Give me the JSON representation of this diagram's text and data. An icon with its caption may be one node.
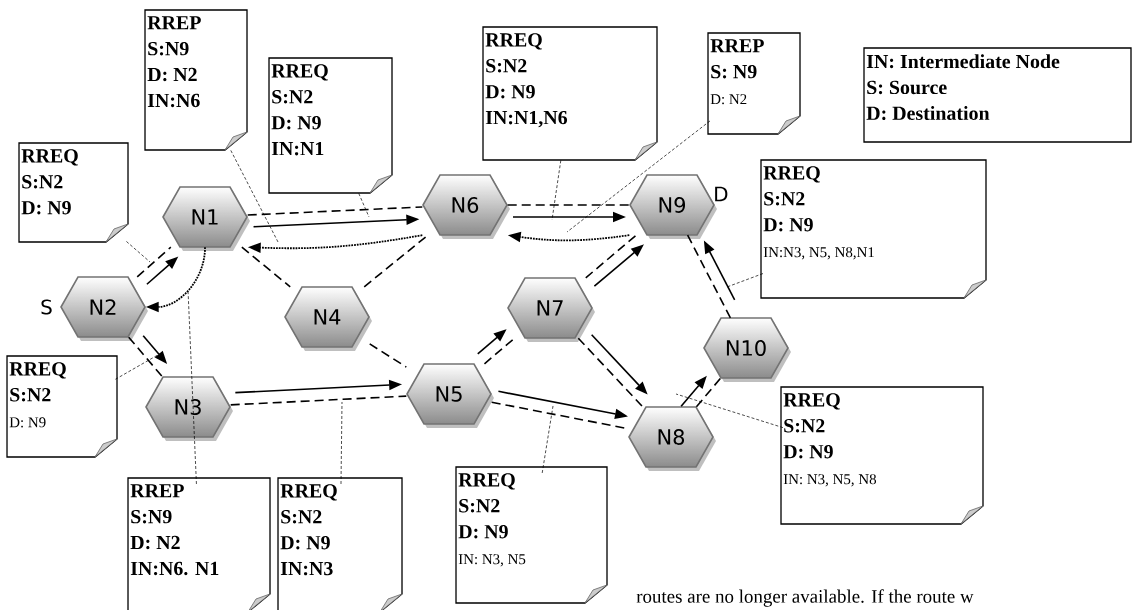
{
  "diagram": {
    "nodes": [
      {
        "text": [
          "N1"
        ]
      },
      {
        "text": [
          "N2"
        ],
        "beside": [
          "S"
        ]
      },
      {
        "text": [
          "N3"
        ]
      },
      {
        "text": [
          "N4"
        ]
      },
      {
        "text": [
          "N5"
        ]
      },
      {
        "text": [
          "N6"
        ]
      },
      {
        "text": [
          "N7"
        ]
      },
      {
        "text": [
          "N8"
        ]
      },
      {
        "text": [
          "N9"
        ],
        "beside": [
          "D"
        ]
      },
      {
        "text": [
          "N10"
        ]
      },
      {
        "text": [
          "RREQ",
          "S:N2",
          "D: N9"
        ]
      },
      {
        "text": [
          "RREP",
          "S:N9",
          "D: N2",
          "IN:N6"
        ]
      },
      {
        "text": [
          "RREQ",
          "S:N2",
          "D: N9",
          "IN:N1"
        ]
      },
      {
        "text": [
          "RREQ",
          "S:N2",
          "D: N9",
          "IN:N1,N6"
        ]
      },
      {
        "text": [
          "RREP",
          "S: N9",
          "D: N2"
        ]
      },
      {
        "text": [
          "IN: Intermediate Node",
          "S: Source",
          "D: Destination"
        ]
      },
      {
        "text": [
          "RREQ",
          "S:N2",
          "D: N9",
          "IN:N3, N5, N8,N1"
        ]
      },
      {
        "text": [
          "RREQ",
          "S:N2",
          "D: N9"
        ]
      },
      {
        "text": [
          "RREP",
          "S:N9",
          "D: N2",
          "IN:N6. N1"
        ]
      },
      {
        "text": [
          "RREQ",
          "S:N2",
          "D: N9",
          "IN:N3"
        ]
      },
      {
        "text": [
          "RREQ",
          "S:N2",
          "D: N9",
          "IN: N3, N5"
        ]
      },
      {
        "text": [
          "RREQ",
          "S:N2",
          "D: N9",
          "IN: N3, N5, N8"
        ]
      }
    ],
    "edges": [
      {
        "from": 1,
        "to": 0,
        "arrow": "none",
        "style": "dashed"
      },
      {
        "from": 1,
        "to": 2,
        "arrow": "none",
        "style": "dashed"
      },
      {
        "from": 0,
        "to": 5,
        "arrow": "none",
        "style": "dashed"
      },
      {
        "from": 0,
        "to": 3,
        "arrow": "none",
        "style": "dashed"
      },
      {
        "from": 3,
        "to": 5,
        "arrow": "none",
        "style": "dashed"
      },
      {
        "from": 3,
        "to": 4,
        "arrow": "none",
        "style": "dashed"
      },
      {
        "from": 2,
        "to": 4,
        "arrow": "none",
        "style": "dashed"
      },
      {
        "from": 4,
        "to": 6,
        "arrow": "none",
        "style": "dashed"
      },
      {
        "from": 4,
        "to": 7,
        "arrow": "none",
        "style": "dashed"
      },
      {
        "from": 5,
        "to": 8,
        "arrow": "none",
        "style": "dashed"
      },
      {
        "from": 6,
        "to": 8,
        "arrow": "none",
        "style": "dashed"
      },
      {
        "from": 6,
        "to": 7,
        "arrow": "none",
        "style": "dashed"
      },
      {
        "from": 7,
        "to": 9,
        "arrow": "none",
        "style": "dashed"
      },
      {
        "from": 9,
        "to": 8,
        "arrow": "none",
        "style": "dashed"
      },
      {
        "from": 1,
        "to": 0,
        "arrow": "to"
      },
      {
        "from": 1,
        "to": 2,
        "arrow": "to"
      },
      {
        "from": 0,
        "to": 5,
        "arrow": "to"
      },
      {
        "from": 5,
        "to": 8,
        "arrow": "to"
      },
      {
        "from": 2,
        "to": 4,
        "arrow": "to"
      },
      {
        "from": 4,
        "to": 6,
        "arrow": "to"
      },
      {
        "from": 4,
        "to": 7,
        "arrow": "to"
      },
      {
        "from": 6,
        "to": 8,
        "arrow": "to"
      },
      {
        "from": 6,
        "to": 7,
        "arrow": "to"
      },
      {
        "from": 7,
        "to": 9,
        "arrow": "to"
      },
      {
        "from": 9,
        "to": 8,
        "arrow": "to"
      },
      {
        "from": 8,
        "to": 5,
        "arrow": "to",
        "style": "dashed"
      },
      {
        "from": 5,
        "to": 0,
        "arrow": "to",
        "style": "dashed"
      },
      {
        "from": 0,
        "to": 1,
        "arrow": "to",
        "style": "dashed"
      },
      {
        "from": 10,
        "to": null,
        "arrow": "none",
        "style": "dashed"
      },
      {
        "from": 11,
        "to": null,
        "arrow": "none",
        "style": "dashed"
      },
      {
        "from": 12,
        "to": null,
        "arrow": "none",
        "style": "dashed"
      },
      {
        "from": 13,
        "to": null,
        "arrow": "none",
        "style": "dashed"
      },
      {
        "from": 14,
        "to": null,
        "arrow": "none",
        "style": "dashed"
      },
      {
        "from": 16,
        "to": null,
        "arrow": "none",
        "style": "dashed"
      },
      {
        "from": 17,
        "to": null,
        "arrow": "none",
        "style": "dashed"
      },
      {
        "from": 18,
        "to": null,
        "arrow": "none",
        "style": "dashed"
      },
      {
        "from": 19,
        "to": null,
        "arrow": "none",
        "style": "dashed"
      },
      {
        "from": 20,
        "to": null,
        "arrow": "none",
        "style": "dashed"
      },
      {
        "from": 21,
        "to": null,
        "arrow": "none",
        "style": "dashed"
      }
    ],
    "labels": [
      "routes are no longer available. If the route w"
    ]
  }
}
